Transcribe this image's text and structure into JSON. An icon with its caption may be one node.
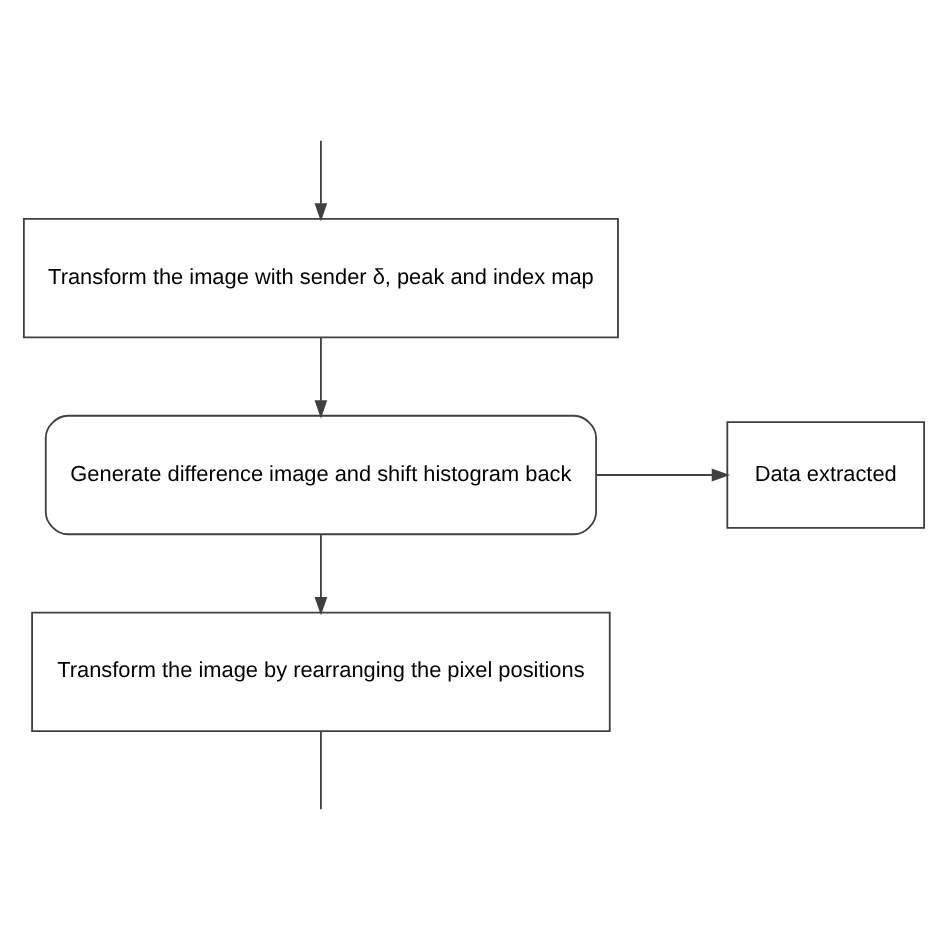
{
  "diagram": {
    "nodes": [
      {
        "text": [
          "Transform the image with sender δ, peak and index map"
        ]
      },
      {
        "text": [
          "Generate difference image and shift histogram back"
        ]
      },
      {
        "text": [
          "Data extracted"
        ]
      },
      {
        "text": [
          "Transform the image by rearranging the pixel positions"
        ]
      }
    ],
    "edges": [
      {
        "from": null,
        "to": 0,
        "arrow": "to"
      },
      {
        "from": 0,
        "to": 1,
        "arrow": "to"
      },
      {
        "from": 1,
        "to": 2,
        "arrow": "to"
      },
      {
        "from": 1,
        "to": 3,
        "arrow": "to"
      },
      {
        "from": 3,
        "to": null,
        "arrow": "none"
      }
    ]
  }
}
